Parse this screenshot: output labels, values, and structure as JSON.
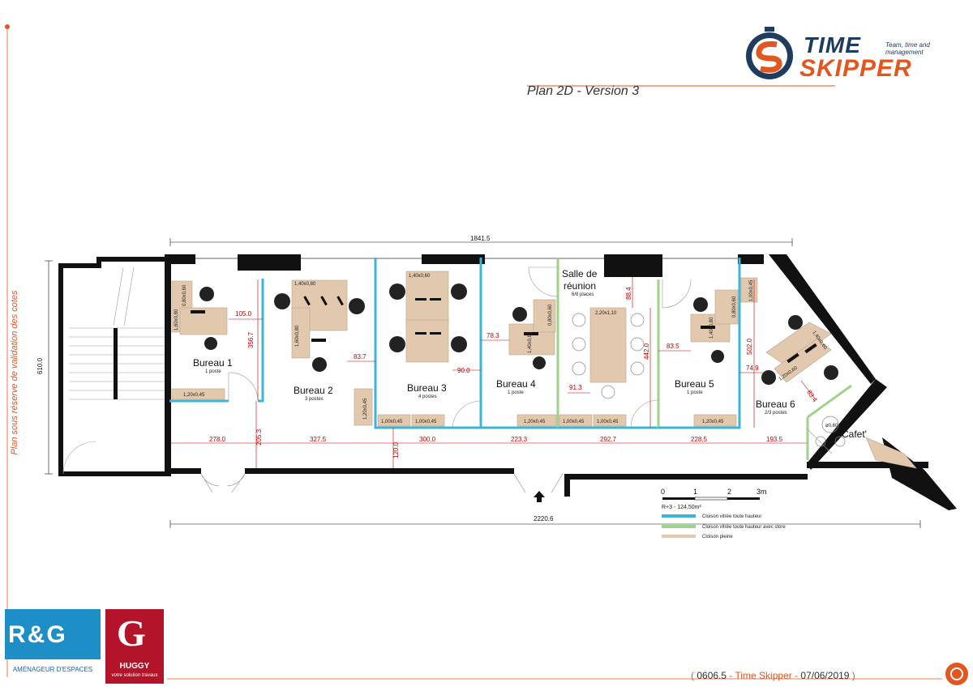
{
  "header": {
    "logo_word1": "TIME",
    "logo_word2": "SKIPPER",
    "logo_tagline": "Team, time and management",
    "plan_title": "Plan 2D - Version 3"
  },
  "side_note": "Plan sous réserve de validation des cotes",
  "footer": {
    "open": "( ",
    "ref": "0606.5",
    "sep1": " - Time Skipper - ",
    "date": "07/06/2019",
    "close": " )"
  },
  "logos": {
    "rg_mark": "R&G",
    "rg_tagline": "AMÉNAGEUR D'ESPACES",
    "huggy_mark": "G",
    "huggy_name": "HUGGY",
    "huggy_tagline": "votre solution travaux"
  },
  "rooms": [
    {
      "name": "Bureau 1",
      "sub": "1 poste"
    },
    {
      "name": "Bureau 2",
      "sub": "3 postes"
    },
    {
      "name": "Bureau 3",
      "sub": "4 postes"
    },
    {
      "name": "Bureau 4",
      "sub": "1 poste"
    },
    {
      "name": "Salle de",
      "name2": "réunion",
      "sub": "6/8 places"
    },
    {
      "name": "Bureau 5",
      "sub": "1 poste"
    },
    {
      "name": "Bureau 6",
      "sub": "2/3 postes"
    },
    {
      "name": "Cafet'"
    }
  ],
  "dimensions": {
    "top_total": "1841.5",
    "bottom_total": "2220.6",
    "left_height": "610.0",
    "b1_width": "105.0",
    "b1_depth": "356.7",
    "b2_gap": "83.7",
    "b3_gap": "90.0",
    "b4_gap": "78.3",
    "meeting_top": "88.4",
    "meeting_depth": "442.0",
    "meeting_door": "91.3",
    "b5_gap": "83.5",
    "b5_depth": "502.0",
    "b6_gap": "74.9",
    "b6_diag": "83.4",
    "corr_left": "205.3",
    "corr_mid": "120.0",
    "w1": "278.0",
    "w2": "327.5",
    "w3": "300.0",
    "w4": "223.3",
    "w5": "292.7",
    "w6": "228.5",
    "w7": "193.5"
  },
  "furniture": {
    "b1_desk_a": "1,60x0,80",
    "b1_desk_b": "0,80x0,60",
    "b1_cab": "1,20x0,45",
    "b2_desk_top": "1,40x0,80",
    "b2_desk_left": "1,60x0,80",
    "b2_cab": "1,20x0,45",
    "b3_desk": "1,40x0,60",
    "b3_cab_a": "1,00x0,45",
    "b3_cab_b": "1,00x0,45",
    "b4_desk": "1,40x0,80",
    "b4_desk_b": "0,80x0,60",
    "b4_cab": "1,20x0,45",
    "meeting_table": "2,20x1,10",
    "meeting_cab_a": "1,00x0,45",
    "meeting_cab_b": "1,00x0,45",
    "b5_desk": "1,40x0,80",
    "b5_desk_b": "0,80x0,60",
    "b5_cab": "1,20x0,45",
    "b5_cab_b": "1,00x0,45",
    "b6_desk_a": "1,40x0,60",
    "b6_desk_b": "1,20x0,60",
    "cafet_table": "ø0,60"
  },
  "scale": {
    "ticks": [
      "0",
      "1",
      "2",
      "3m"
    ],
    "area": "R+3 - 124,50m²"
  },
  "legend": [
    {
      "label": "Cloison vitrée toute hauteur",
      "color": "#3bb6d8"
    },
    {
      "label": "Cloison vitrée toute hauteur avec store",
      "color": "#9fd28a"
    },
    {
      "label": "Cloison pleine",
      "color": "#e2c9ae"
    }
  ],
  "colors": {
    "accent": "#e2561f",
    "navy": "#1d3c60",
    "wall": "#111111",
    "dimension": "#c00000",
    "desk": "#e2c9ae"
  }
}
